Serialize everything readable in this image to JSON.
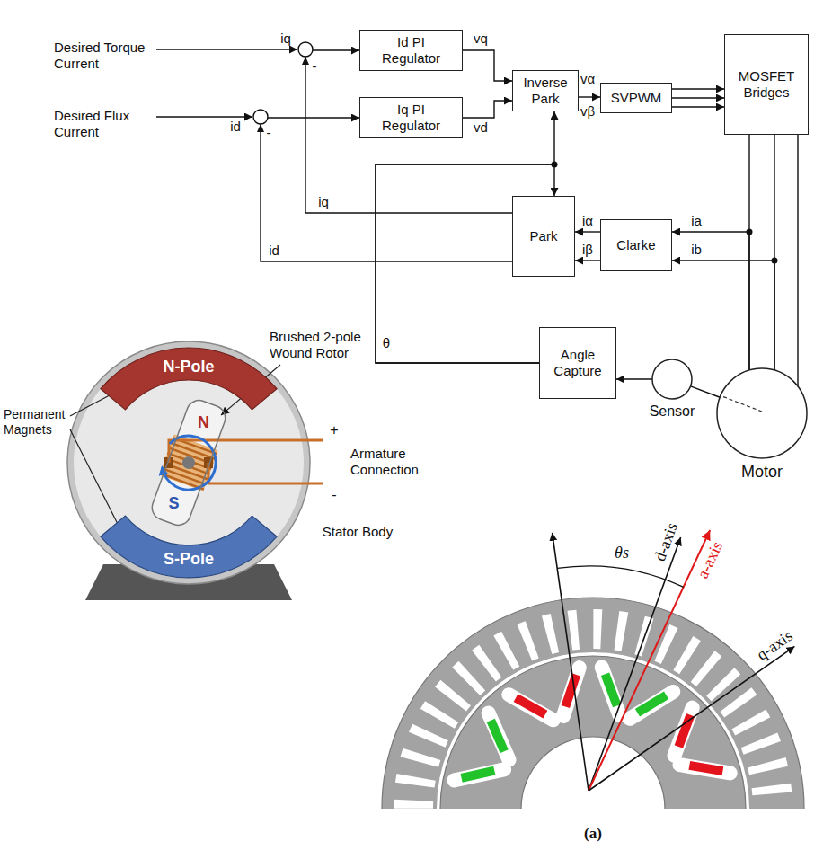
{
  "diagram": {
    "nodes": [
      {
        "text": [
          "Id PI Regulator"
        ]
      },
      {
        "text": [
          "Iq PI Regulator"
        ]
      },
      {
        "text": [
          "Inverse Park"
        ]
      },
      {
        "text": [
          "SVPWM"
        ]
      },
      {
        "text": [
          "MOSFET Bridges"
        ]
      },
      {
        "text": [
          "Park"
        ]
      },
      {
        "text": [
          "Clarke"
        ]
      },
      {
        "text": [
          "Angle Capture"
        ]
      },
      {
        "text": [
          "Sensor"
        ]
      },
      {
        "text": [
          "Motor"
        ]
      },
      {
        "text": [
          "N-Pole"
        ]
      },
      {
        "text": [
          "S-Pole"
        ]
      },
      {
        "text": [
          "N",
          "S"
        ]
      }
    ],
    "edges": [
      {
        "from": 0,
        "to": 2,
        "arrow": "to"
      },
      {
        "from": 1,
        "to": 2,
        "arrow": "to"
      },
      {
        "from": 2,
        "to": 3,
        "arrow": "to"
      },
      {
        "from": 3,
        "to": 4,
        "arrow": "to"
      },
      {
        "from": 3,
        "to": 4,
        "arrow": "to"
      },
      {
        "from": 3,
        "to": 4,
        "arrow": "to"
      },
      {
        "from": 4,
        "to": 9,
        "arrow": "none"
      },
      {
        "from": 4,
        "to": 9,
        "arrow": "none"
      },
      {
        "from": 4,
        "to": 9,
        "arrow": "none"
      },
      {
        "from": 9,
        "to": 6,
        "arrow": "to"
      },
      {
        "from": 9,
        "to": 6,
        "arrow": "to"
      },
      {
        "from": 6,
        "to": 5,
        "arrow": "to"
      },
      {
        "from": 6,
        "to": 5,
        "arrow": "to"
      },
      {
        "from": 5,
        "to": 0,
        "arrow": "to"
      },
      {
        "from": 5,
        "to": 1,
        "arrow": "to"
      },
      {
        "from": 7,
        "to": 2,
        "arrow": "to"
      },
      {
        "from": 7,
        "to": 5,
        "arrow": "to"
      },
      {
        "from": 8,
        "to": 7,
        "arrow": "to"
      },
      {
        "from": 8,
        "to": 9,
        "arrow": "none"
      }
    ],
    "labels": [
      "Desired Torque Current",
      "iq",
      "-",
      "vq",
      "vα",
      "Desired Flux Current",
      "id",
      "-",
      "vd",
      "vβ",
      "iq",
      "iα",
      "ia",
      "id",
      "iβ",
      "ib",
      "θ",
      "Permanent Magnets",
      "Brushed 2-pole Wound Rotor",
      "+",
      "Armature Connection",
      "-",
      "Stator Body",
      "d-axis",
      "a-axis",
      "q-axis",
      "θs",
      "(a)"
    ]
  }
}
